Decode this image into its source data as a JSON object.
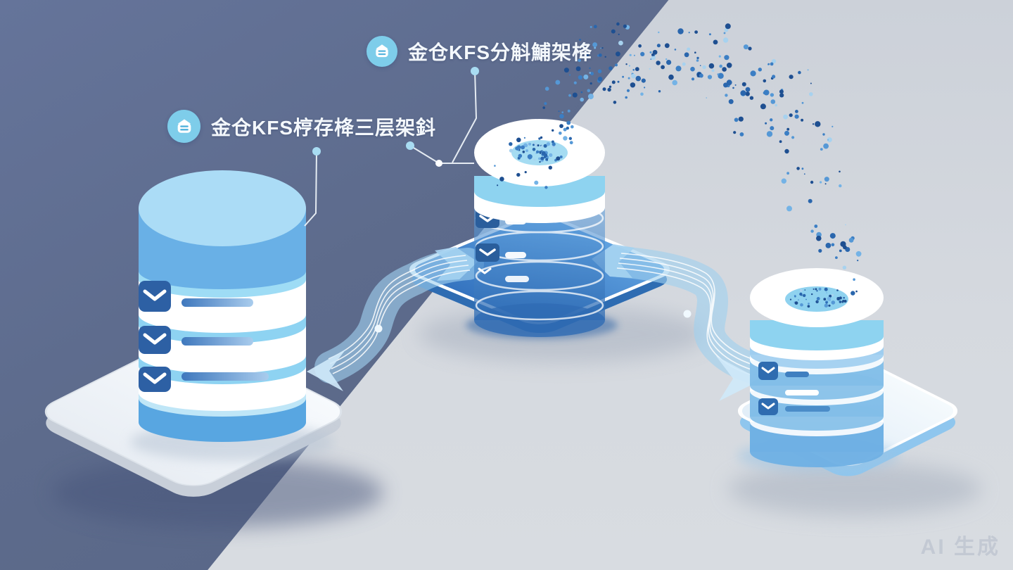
{
  "callouts": {
    "storage": {
      "label": "金仓KFS梈存栙三层架鈄",
      "icon": "database-badge-icon"
    },
    "sharding": {
      "label": "金仓KFS分斛鯆架栙",
      "icon": "database-badge-icon"
    }
  },
  "watermark": "AI 生成",
  "colors": {
    "background_dark": "#5d6b8c",
    "background_light": "#d5d9df",
    "platform_blue": "#4288cf",
    "platform_blue_side": "#2e6cb2",
    "cylinder_light_blue": "#abdcf6",
    "cylinder_mid_blue": "#69b0e6",
    "band_cyan": "#8ed3f2",
    "tab_dark_blue": "#2d60a4",
    "pipe_cyan": "#9fd0ef",
    "white": "#ffffff"
  },
  "particles": {
    "colors": [
      "#1e4f91",
      "#2a66ad",
      "#3b7ec4",
      "#5598d6",
      "#74b3e6",
      "#a7d2ef"
    ]
  }
}
